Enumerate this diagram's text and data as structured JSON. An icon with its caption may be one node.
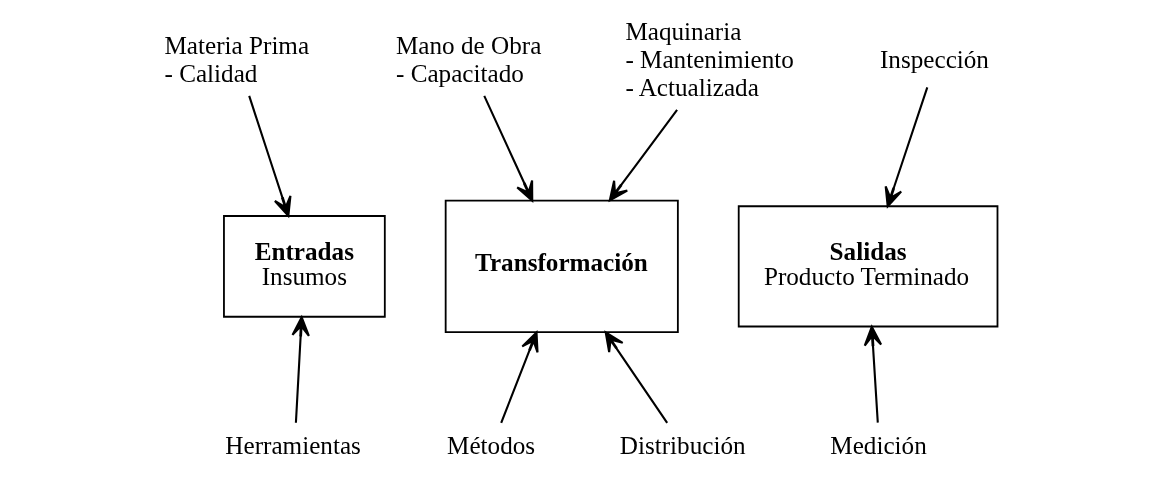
{
  "diagram": {
    "nodes": [
      {
        "text": [
          "Materia Prima",
          "- Calidad"
        ]
      },
      {
        "text": [
          "Mano de Obra",
          "- Capacitado"
        ]
      },
      {
        "text": [
          "Maquinaria",
          "- Mantenimiento",
          "- Actualizada"
        ]
      },
      {
        "text": [
          "Inspección"
        ]
      },
      {
        "text": [
          "Entradas",
          "Insumos"
        ]
      },
      {
        "text": [
          "Transformación"
        ]
      },
      {
        "text": [
          "Salidas",
          "Producto Terminado"
        ]
      },
      {
        "text": [
          "Herramientas"
        ]
      },
      {
        "text": [
          "Métodos"
        ]
      },
      {
        "text": [
          "Distribución"
        ]
      },
      {
        "text": [
          "Medición"
        ]
      }
    ],
    "edges": [
      {
        "from": 0,
        "to": 4,
        "arrow": "to"
      },
      {
        "from": 1,
        "to": 5,
        "arrow": "to"
      },
      {
        "from": 2,
        "to": 5,
        "arrow": "to"
      },
      {
        "from": 3,
        "to": 6,
        "arrow": "to"
      },
      {
        "from": 7,
        "to": 4,
        "arrow": "to"
      },
      {
        "from": 8,
        "to": 5,
        "arrow": "to"
      },
      {
        "from": 9,
        "to": 5,
        "arrow": "to"
      },
      {
        "from": 10,
        "to": 6,
        "arrow": "to"
      }
    ]
  }
}
